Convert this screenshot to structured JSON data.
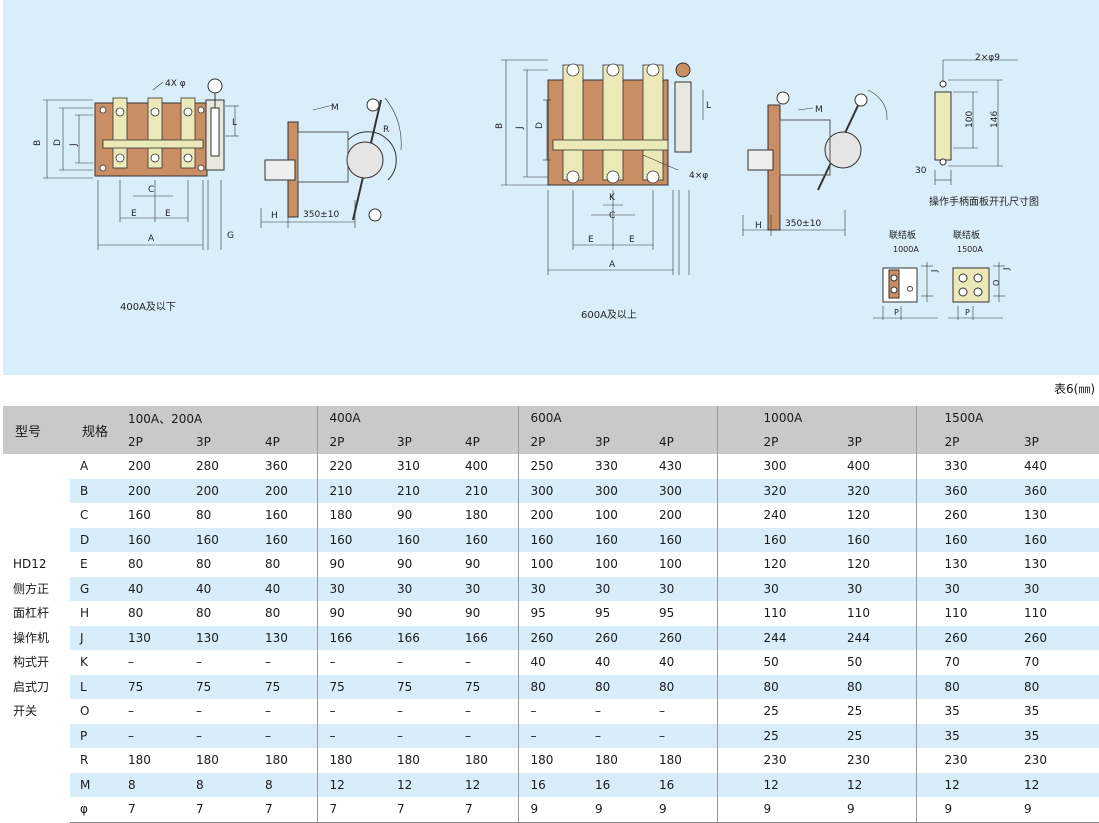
{
  "figure": {
    "left_caption": "400A及以下",
    "middle_caption": "600A及以上",
    "labels": {
      "holes_4x": "4X φ",
      "holes_4x_b": "4×φ",
      "dist": "350±10",
      "panel_holes": "2×φ9",
      "dim_100": "100",
      "dim_146": "146",
      "dim_30": "30",
      "panel_caption": "操作手柄面板开孔尺寸图",
      "link_1000": "联结板",
      "link_1000_sub": "1000A",
      "link_1500": "联结板",
      "link_1500_sub": "1500A",
      "A": "A",
      "B": "B",
      "C": "C",
      "D": "D",
      "E": "E",
      "G": "G",
      "H": "H",
      "J": "J",
      "K": "K",
      "L": "L",
      "M": "M",
      "O": "O",
      "P": "P",
      "R": "R"
    }
  },
  "table": {
    "title": "表6(㎜)",
    "model_header": "型号",
    "spec_header": "规格",
    "groups": [
      "100A、200A",
      "400A",
      "600A",
      "1000A",
      "1500A"
    ],
    "poles": [
      "2P",
      "3P",
      "4P",
      "2P",
      "3P",
      "4P",
      "2P",
      "3P",
      "4P",
      "2P",
      "3P",
      "2P",
      "3P"
    ],
    "model_lines": [
      "HD12",
      "侧方正",
      "面杠杆",
      "操作机",
      "构式开",
      "启式刀",
      "开关"
    ],
    "rows": [
      {
        "p": "A",
        "v": [
          "200",
          "280",
          "360",
          "220",
          "310",
          "400",
          "250",
          "330",
          "430",
          "300",
          "400",
          "330",
          "440"
        ]
      },
      {
        "p": "B",
        "v": [
          "200",
          "200",
          "200",
          "210",
          "210",
          "210",
          "300",
          "300",
          "300",
          "320",
          "320",
          "360",
          "360"
        ]
      },
      {
        "p": "C",
        "v": [
          "160",
          "80",
          "160",
          "180",
          "90",
          "180",
          "200",
          "100",
          "200",
          "240",
          "120",
          "260",
          "130"
        ]
      },
      {
        "p": "D",
        "v": [
          "160",
          "160",
          "160",
          "160",
          "160",
          "160",
          "160",
          "160",
          "160",
          "160",
          "160",
          "160",
          "160"
        ]
      },
      {
        "p": "E",
        "v": [
          "80",
          "80",
          "80",
          "90",
          "90",
          "90",
          "100",
          "100",
          "100",
          "120",
          "120",
          "130",
          "130"
        ]
      },
      {
        "p": "G",
        "v": [
          "40",
          "40",
          "40",
          "30",
          "30",
          "30",
          "30",
          "30",
          "30",
          "30",
          "30",
          "30",
          "30"
        ]
      },
      {
        "p": "H",
        "v": [
          "80",
          "80",
          "80",
          "90",
          "90",
          "90",
          "95",
          "95",
          "95",
          "110",
          "110",
          "110",
          "110"
        ]
      },
      {
        "p": "J",
        "v": [
          "130",
          "130",
          "130",
          "166",
          "166",
          "166",
          "260",
          "260",
          "260",
          "244",
          "244",
          "260",
          "260"
        ]
      },
      {
        "p": "K",
        "v": [
          "–",
          "–",
          "–",
          "–",
          "–",
          "–",
          "40",
          "40",
          "40",
          "50",
          "50",
          "70",
          "70"
        ]
      },
      {
        "p": "L",
        "v": [
          "75",
          "75",
          "75",
          "75",
          "75",
          "75",
          "80",
          "80",
          "80",
          "80",
          "80",
          "80",
          "80"
        ]
      },
      {
        "p": "O",
        "v": [
          "–",
          "–",
          "–",
          "–",
          "–",
          "–",
          "–",
          "–",
          "–",
          "25",
          "25",
          "35",
          "35"
        ]
      },
      {
        "p": "P",
        "v": [
          "–",
          "–",
          "–",
          "–",
          "–",
          "–",
          "–",
          "–",
          "–",
          "25",
          "25",
          "35",
          "35"
        ]
      },
      {
        "p": "R",
        "v": [
          "180",
          "180",
          "180",
          "180",
          "180",
          "180",
          "180",
          "180",
          "180",
          "230",
          "230",
          "230",
          "230"
        ]
      },
      {
        "p": "M",
        "v": [
          "8",
          "8",
          "8",
          "12",
          "12",
          "12",
          "16",
          "16",
          "16",
          "12",
          "12",
          "12",
          "12"
        ]
      },
      {
        "p": "φ",
        "v": [
          "7",
          "7",
          "7",
          "7",
          "7",
          "7",
          "9",
          "9",
          "9",
          "9",
          "9",
          "9",
          "9"
        ]
      }
    ]
  }
}
